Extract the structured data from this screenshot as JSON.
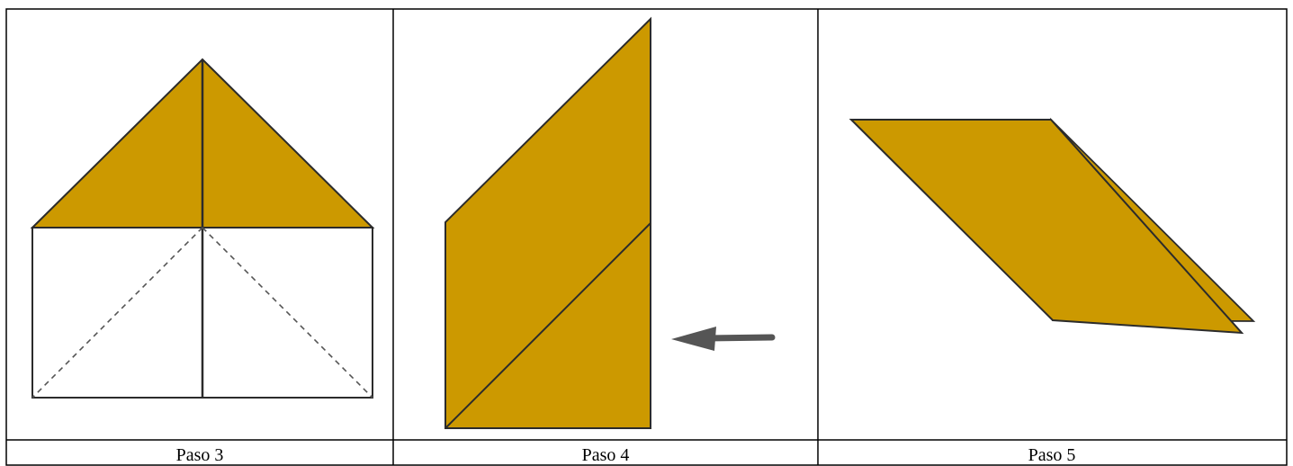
{
  "colors": {
    "paper_fill": "#CC9900",
    "outline": "#2b2b2b",
    "fold_line": "#555555",
    "arrow": "#555555",
    "table_border": "#000000"
  },
  "steps": [
    {
      "label": "Paso 3"
    },
    {
      "label": "Paso 4"
    },
    {
      "label": "Paso 5"
    }
  ]
}
